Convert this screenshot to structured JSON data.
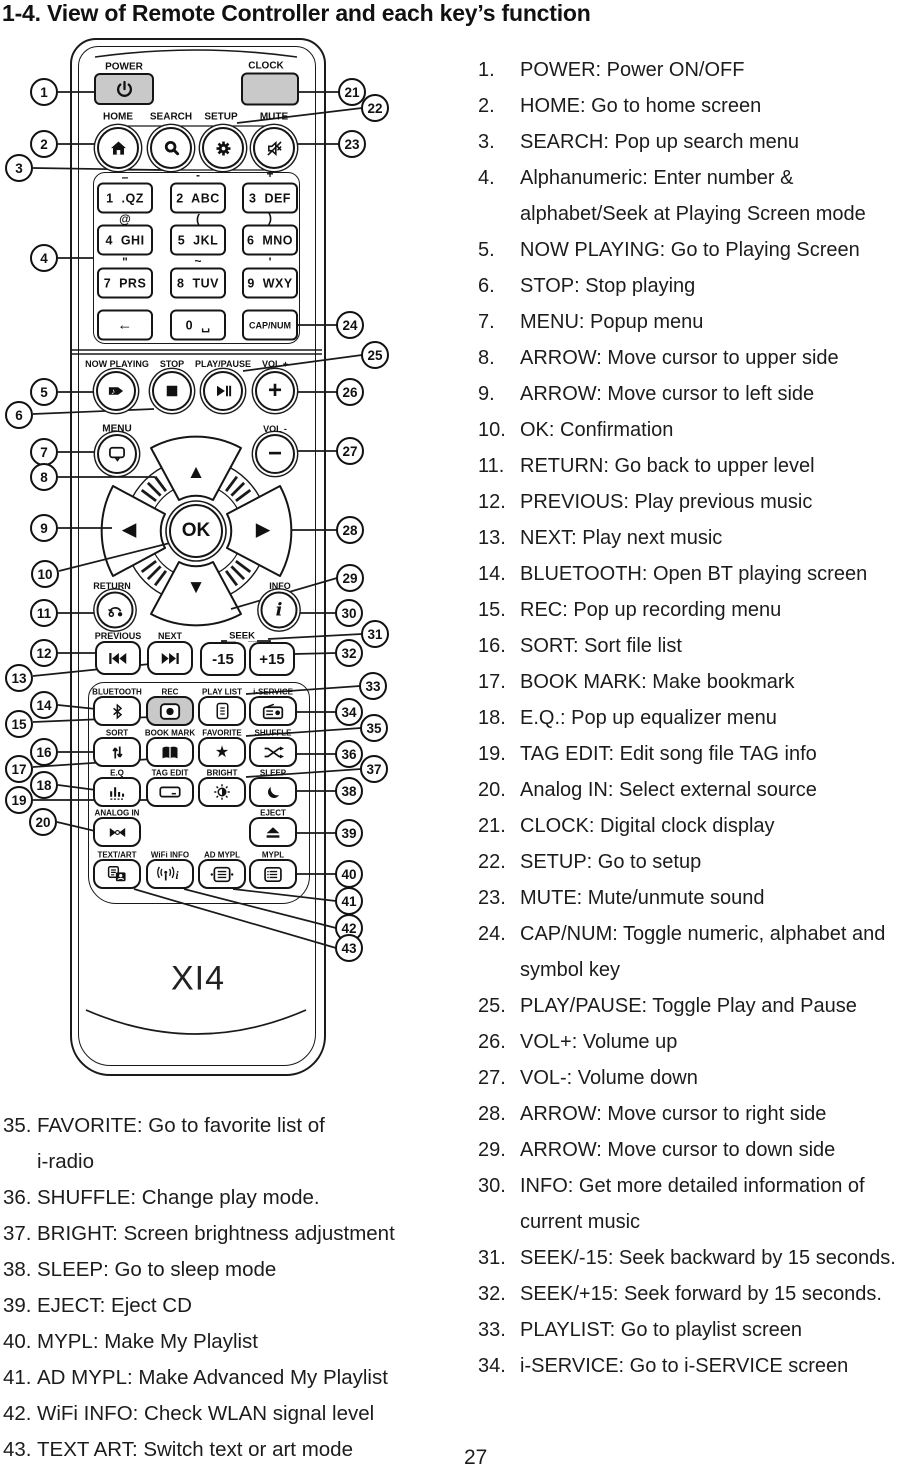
{
  "title": "1-4. View of Remote Controller and each key’s function",
  "page_number": "27",
  "remote": {
    "logo": "XI4",
    "top": {
      "power": "POWER",
      "clock": "CLOCK"
    },
    "nav": {
      "home": "HOME",
      "search": "SEARCH",
      "setup": "SETUP",
      "mute": "MUTE"
    },
    "keypad": {
      "symbols": [
        "–",
        "-",
        "+",
        "@",
        "(",
        ")",
        "\"",
        "~",
        "'"
      ],
      "keys": [
        "1  .QZ",
        "2  ABC",
        "3  DEF",
        "4  GHI",
        "5  JKL",
        "6  MNO",
        "7  PRS",
        "8  TUV",
        "9  WXY"
      ],
      "backspace": "←",
      "zero": "0  ␣",
      "capnum": "CAP/NUM"
    },
    "transport": {
      "now_playing": "NOW PLAYING",
      "stop": "STOP",
      "play_pause": "PLAY/PAUSE",
      "vol_up_label": "VOL +",
      "vol_up_glyph": "+",
      "menu": "MENU",
      "vol_down_label": "VOL -",
      "vol_down_glyph": "−"
    },
    "dpad": {
      "ok": "OK",
      "up": "▲",
      "down": "▼",
      "left": "◀",
      "right": "▶"
    },
    "nav2": {
      "return": "RETURN",
      "info": "INFO",
      "info_glyph": "i",
      "previous": "PREVIOUS",
      "next": "NEXT",
      "seek": "SEEK",
      "seek_back": "-15",
      "seek_fwd": "+15"
    },
    "grid": {
      "bluetooth": "BLUETOOTH",
      "rec": "REC",
      "playlist": "PLAY LIST",
      "iservice": "i-SERVICE",
      "sort": "SORT",
      "bookmark": "BOOK MARK",
      "favorite": "FAVORITE",
      "favorite_glyph": "★",
      "shuffle": "SHUFFLE",
      "eq": "E.Q",
      "tagedit": "TAG EDIT",
      "bright": "BRIGHT",
      "sleep": "SLEEP",
      "analogin": "ANALOG IN",
      "eject": "EJECT",
      "textart": "TEXT/ART",
      "wifiinfo": "WiFi INFO",
      "admypl": "AD MYPL",
      "mypl": "MYPL"
    }
  },
  "callouts": [
    "1",
    "2",
    "3",
    "4",
    "5",
    "6",
    "7",
    "8",
    "9",
    "10",
    "11",
    "12",
    "13",
    "14",
    "15",
    "16",
    "17",
    "18",
    "19",
    "20",
    "21",
    "22",
    "23",
    "24",
    "25",
    "26",
    "27",
    "28",
    "29",
    "30",
    "31",
    "32",
    "33",
    "34",
    "35",
    "36",
    "37",
    "38",
    "39",
    "40",
    "41",
    "42",
    "43"
  ],
  "function_list_right": [
    {
      "num": "1.",
      "text": "POWER: Power ON/OFF"
    },
    {
      "num": "2.",
      "text": "HOME: Go to home screen"
    },
    {
      "num": "3.",
      "text": "SEARCH: Pop up search menu"
    },
    {
      "num": "4.",
      "text": "Alphanumeric: Enter number &\nalphabet/Seek at Playing Screen mode"
    },
    {
      "num": "5.",
      "text": "NOW PLAYING: Go to Playing Screen"
    },
    {
      "num": "6.",
      "text": "STOP: Stop playing"
    },
    {
      "num": "7.",
      "text": "MENU: Popup menu"
    },
    {
      "num": "8.",
      "text": "ARROW: Move cursor to upper side"
    },
    {
      "num": "9.",
      "text": "ARROW: Move cursor to left side"
    },
    {
      "num": "10.",
      "text": "OK: Confirmation"
    },
    {
      "num": "11.",
      "text": "RETURN: Go back to upper level"
    },
    {
      "num": "12.",
      "text": "PREVIOUS: Play previous music"
    },
    {
      "num": "13.",
      "text": "NEXT: Play next music"
    },
    {
      "num": "14.",
      "text": "BLUETOOTH: Open BT playing screen"
    },
    {
      "num": "15.",
      "text": "REC: Pop up recording menu"
    },
    {
      "num": "16.",
      "text": "SORT: Sort file list"
    },
    {
      "num": "17.",
      "text": "BOOK MARK: Make bookmark"
    },
    {
      "num": "18.",
      "text": "E.Q.: Pop up equalizer menu"
    },
    {
      "num": "19.",
      "text": "TAG EDIT: Edit song file TAG info"
    },
    {
      "num": "20.",
      "text": "Analog IN: Select external source"
    },
    {
      "num": "21.",
      "text": "CLOCK: Digital clock display"
    },
    {
      "num": "22.",
      "text": "SETUP: Go to setup"
    },
    {
      "num": "23.",
      "text": "MUTE: Mute/unmute sound"
    },
    {
      "num": "24.",
      "text": "CAP/NUM: Toggle numeric, alphabet and\nsymbol key"
    },
    {
      "num": "25.",
      "text": "PLAY/PAUSE: Toggle Play and Pause"
    },
    {
      "num": "26.",
      "text": "VOL+: Volume up"
    },
    {
      "num": "27.",
      "text": "VOL-: Volume down"
    },
    {
      "num": "28.",
      "text": "ARROW: Move cursor to right side"
    },
    {
      "num": "29.",
      "text": "ARROW: Move cursor to down side"
    },
    {
      "num": "30.",
      "text": "INFO: Get more detailed information of\ncurrent music"
    },
    {
      "num": "31.",
      "text": "SEEK/-15: Seek backward by 15 seconds."
    },
    {
      "num": "32.",
      "text": "SEEK/+15: Seek forward by 15 seconds."
    },
    {
      "num": "33.",
      "text": "PLAYLIST: Go to playlist screen"
    },
    {
      "num": "34.",
      "text": "i-SERVICE: Go to i-SERVICE screen"
    }
  ],
  "function_list_bottom": [
    {
      "num": "35.",
      "text": "FAVORITE: Go to favorite list of\ni-radio"
    },
    {
      "num": "36.",
      "text": "SHUFFLE: Change play mode."
    },
    {
      "num": "37.",
      "text": "BRIGHT: Screen brightness adjustment"
    },
    {
      "num": "38.",
      "text": "SLEEP: Go to sleep mode"
    },
    {
      "num": "39.",
      "text": "EJECT: Eject CD"
    },
    {
      "num": "40.",
      "text": "MYPL: Make My Playlist"
    },
    {
      "num": "41.",
      "text": "AD MYPL: Make Advanced My Playlist"
    },
    {
      "num": "42.",
      "text": "WiFi INFO: Check WLAN signal level"
    },
    {
      "num": "43.",
      "text": "TEXT ART: Switch text or art mode"
    }
  ]
}
